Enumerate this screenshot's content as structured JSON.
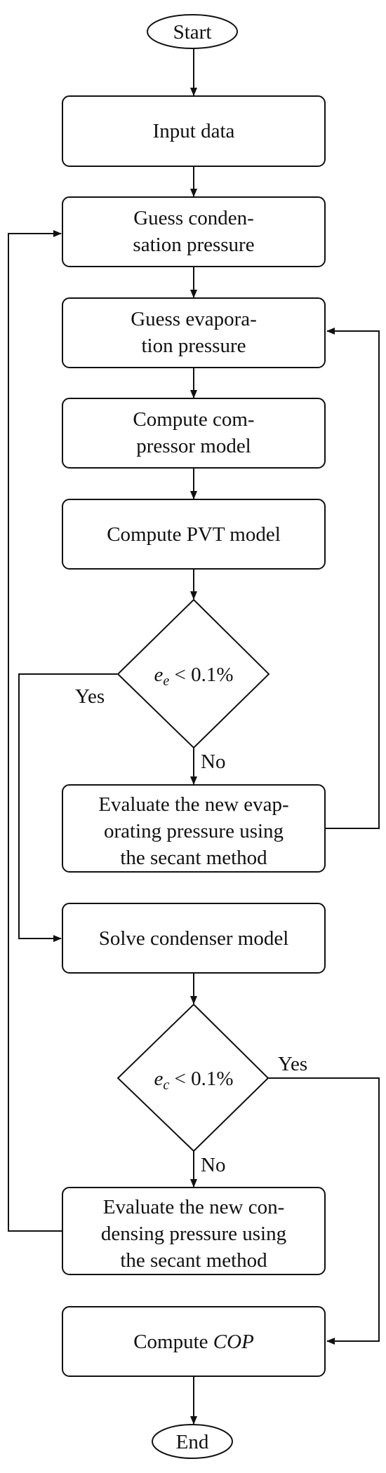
{
  "nodes": {
    "start": {
      "label": "Start"
    },
    "input_data": {
      "label": "Input data"
    },
    "guess_condensation": {
      "lines": [
        "Guess conden-",
        "sation pressure"
      ]
    },
    "guess_evaporation": {
      "lines": [
        "Guess evapora-",
        "tion pressure"
      ]
    },
    "compute_compressor": {
      "lines": [
        "Compute com-",
        "pressor model"
      ]
    },
    "compute_pvt": {
      "label": "Compute PVT model"
    },
    "decision_evaporation": {
      "var": "e",
      "sub": "e",
      "condition": " < 0.1%"
    },
    "evaluate_evaporating": {
      "lines": [
        "Evaluate the new evap-",
        "orating pressure using",
        "the secant method"
      ]
    },
    "solve_condenser": {
      "label": "Solve condenser model"
    },
    "decision_condensation": {
      "var": "e",
      "sub": "c",
      "condition": " < 0.1%"
    },
    "evaluate_condensing": {
      "lines": [
        "Evaluate the new con-",
        "densing pressure using",
        "the secant method"
      ]
    },
    "compute_cop": {
      "prefix": "Compute ",
      "emphasis": "COP"
    },
    "end": {
      "label": "End"
    }
  },
  "edge_labels": {
    "evaporation_yes": "Yes",
    "evaporation_no": "No",
    "condensation_yes": "Yes",
    "condensation_no": "No"
  }
}
